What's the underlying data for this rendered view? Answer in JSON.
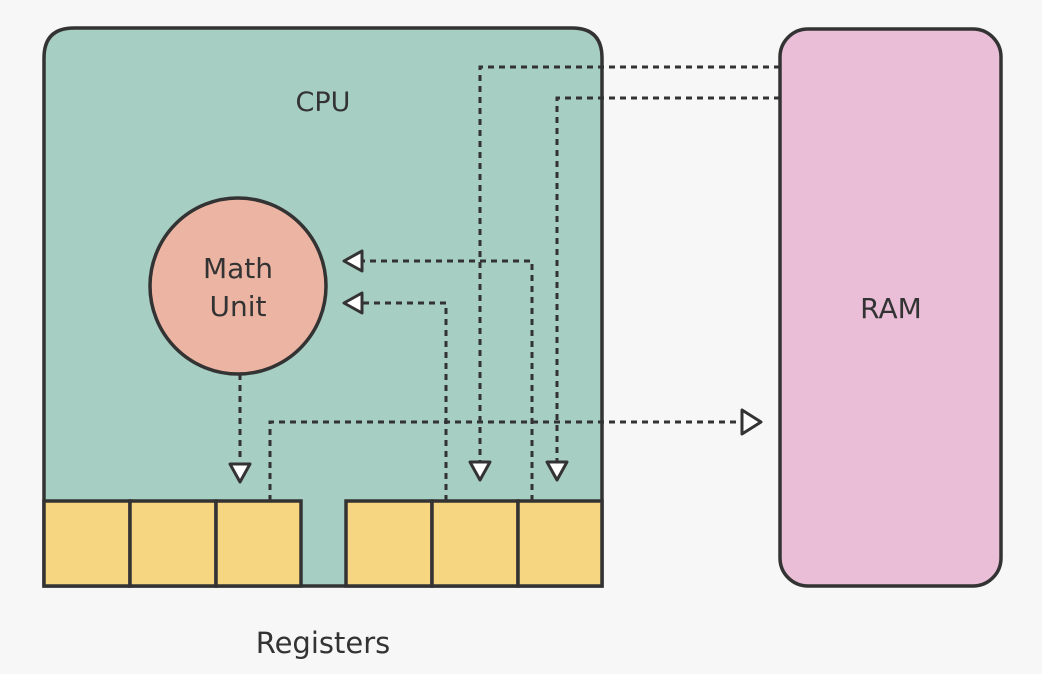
{
  "diagram": {
    "cpu": {
      "label": "CPU"
    },
    "math_unit": {
      "line1": "Math",
      "line2": "Unit"
    },
    "ram": {
      "label": "RAM"
    },
    "registers": {
      "label": "Registers"
    }
  },
  "colors": {
    "background": "#f7f7f7",
    "cpu_fill": "#a6cec3",
    "ram_fill": "#e9bed6",
    "math_unit_fill": "#ecb4a2",
    "register_fill": "#f6d680",
    "outline": "#333333",
    "arrowhead_fill": "#ffffff"
  }
}
